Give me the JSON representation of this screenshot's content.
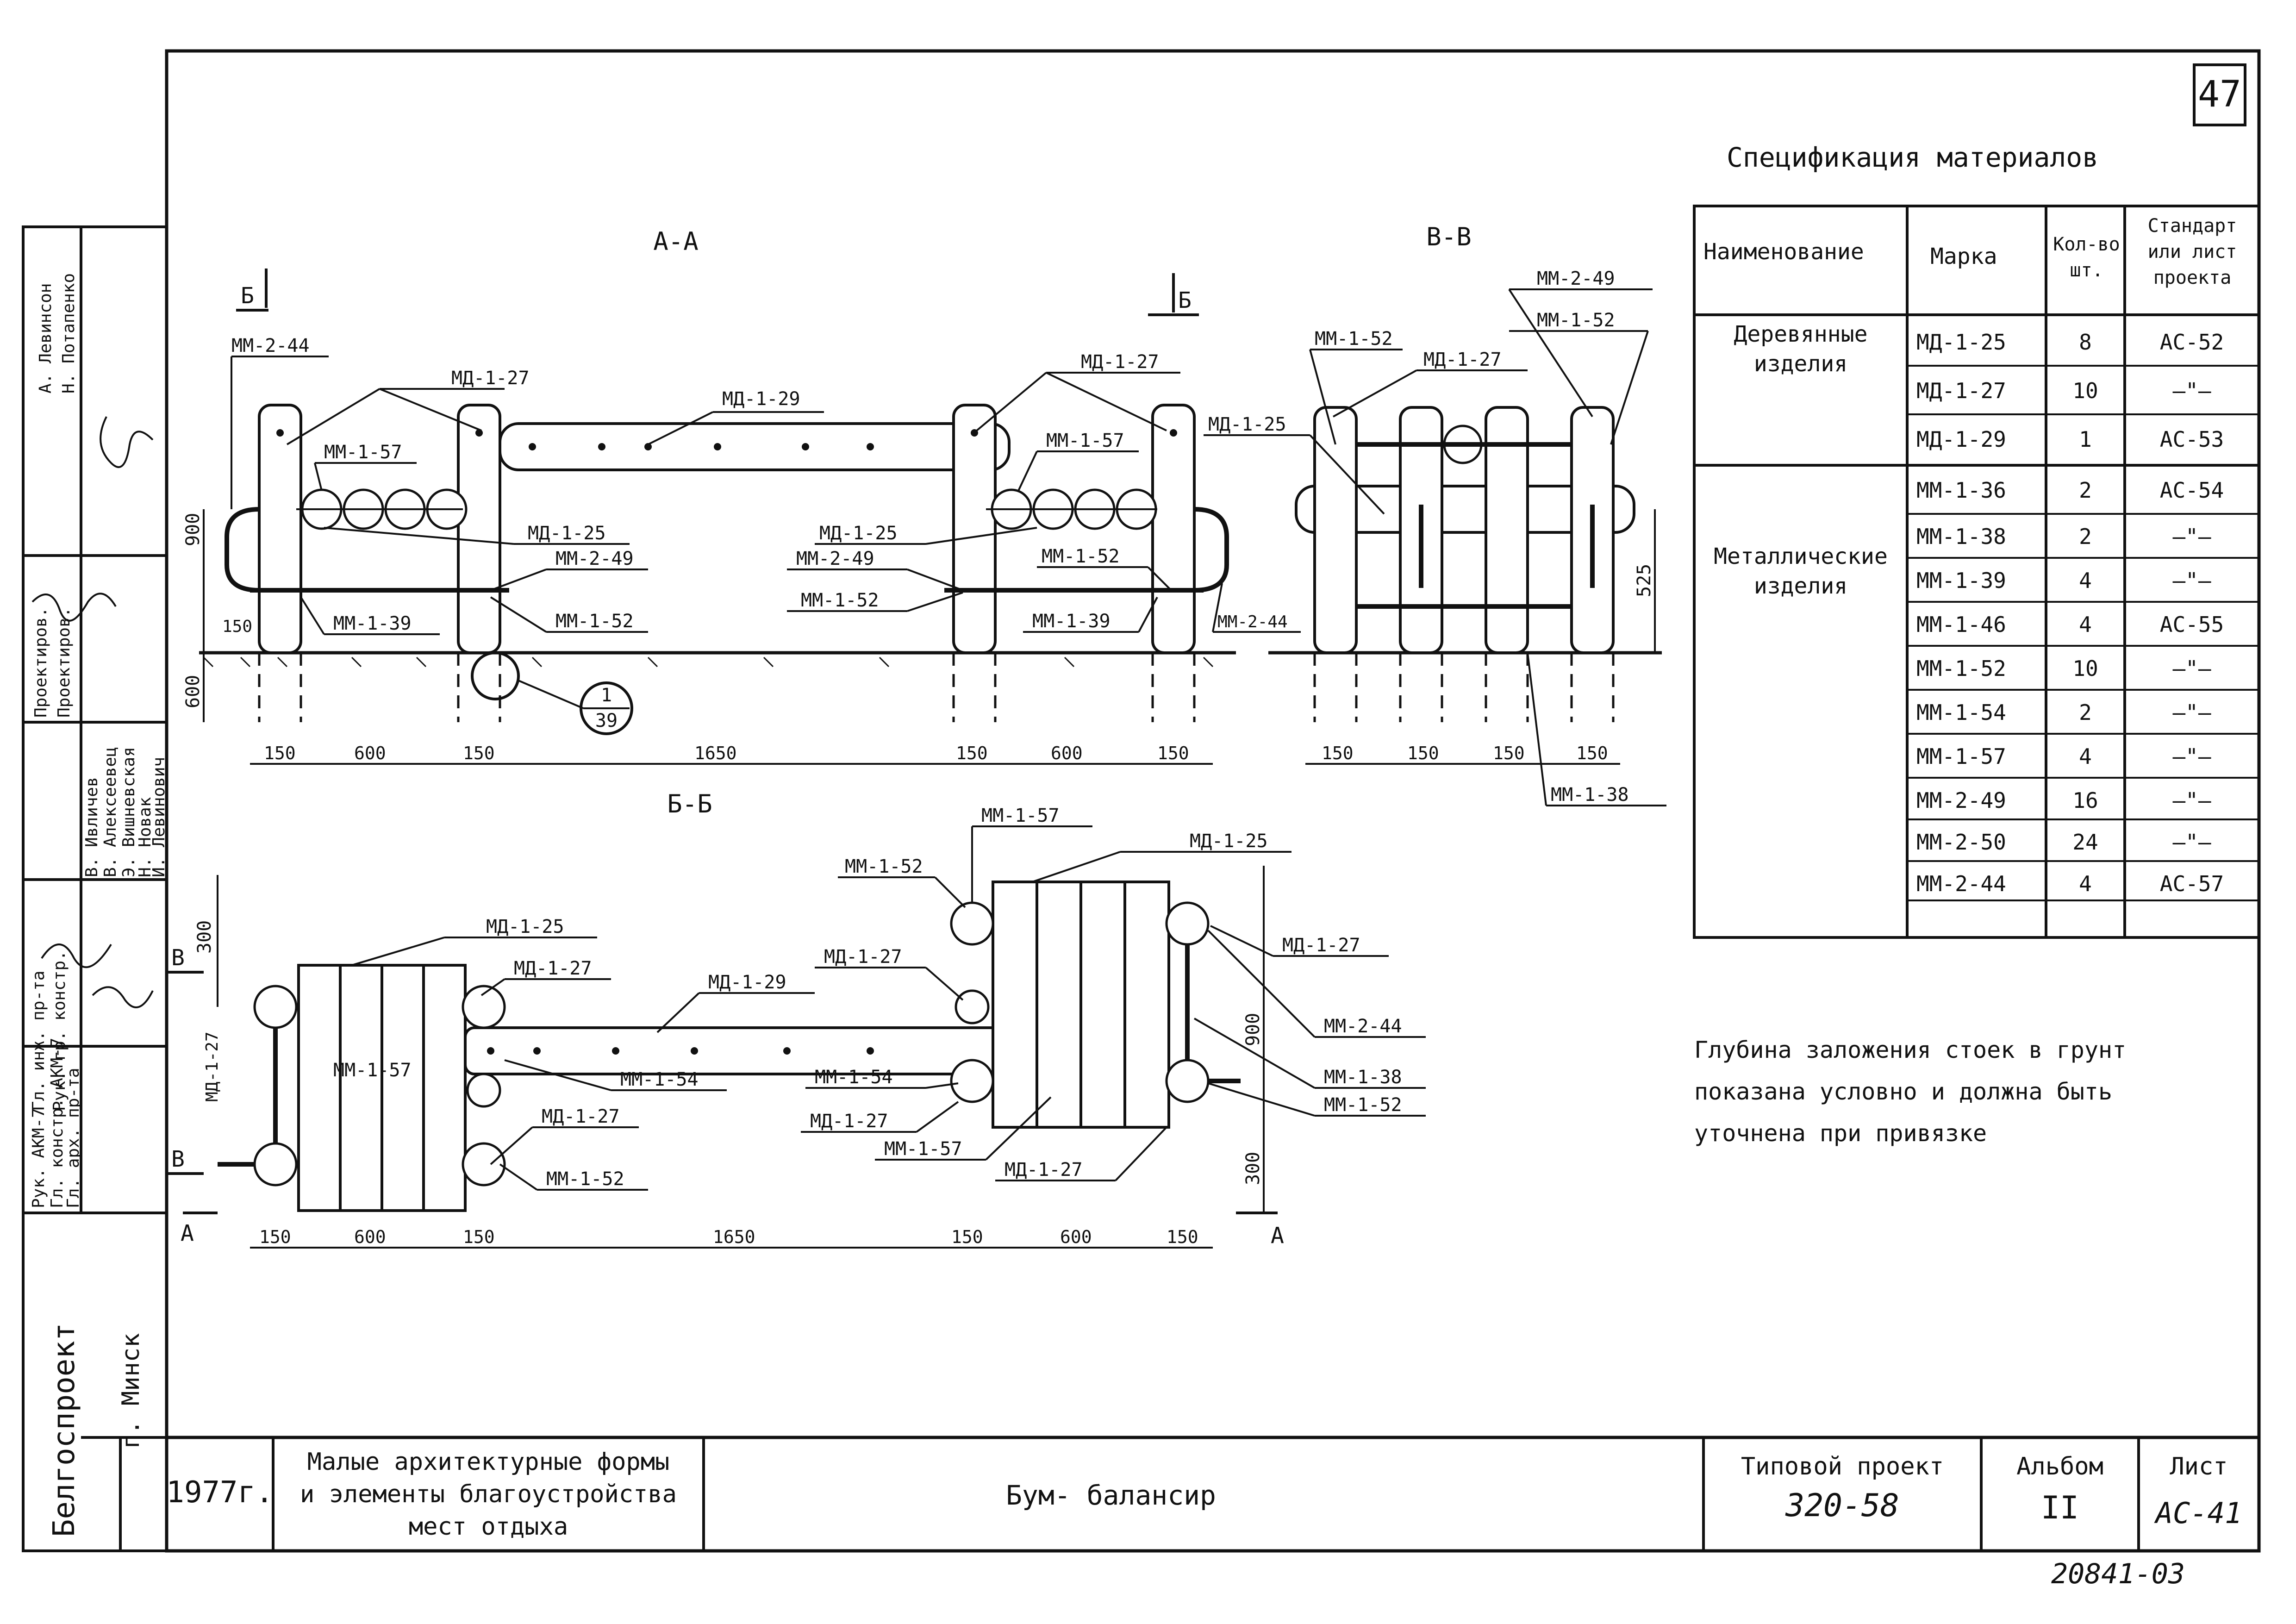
{
  "sheet": {
    "page_number": "47",
    "stamp": "20841-03"
  },
  "sections": {
    "aa": "А-А",
    "vv": "В-В",
    "bb": "Б-Б",
    "marker_b": "Б",
    "marker_v": "В",
    "marker_a": "А"
  },
  "labels": {
    "mm244": "ММ-2-44",
    "md127": "МД-1-27",
    "md129": "МД-1-29",
    "mm157": "ММ-1-57",
    "md125": "МД-1-25",
    "mm249": "ММ-2-49",
    "mm152": "ММ-1-52",
    "mm139": "ММ-1-39",
    "mm138": "ММ-1-38",
    "mm154": "ММ-1-54",
    "detail_num": "1",
    "detail_sheet": "39"
  },
  "dims": {
    "d150": "150",
    "d600": "600",
    "d1650": "1650",
    "d900": "900",
    "d525": "525",
    "d300": "300",
    "d600v": "600"
  },
  "spec": {
    "title": "Спецификация материалов",
    "headers": [
      "Наименование",
      "Марка",
      "Кол-во шт.",
      "Стандарт или лист проекта"
    ],
    "group_wood": "Деревянные изделия",
    "group_metal": "Металлические изделия",
    "rows": [
      {
        "mark": "МД-1-25",
        "qty": "8",
        "ref": "АС-52"
      },
      {
        "mark": "МД-1-27",
        "qty": "10",
        "ref": "—\"—"
      },
      {
        "mark": "МД-1-29",
        "qty": "1",
        "ref": "АС-53"
      },
      {
        "mark": "ММ-1-36",
        "qty": "2",
        "ref": "АС-54"
      },
      {
        "mark": "ММ-1-38",
        "qty": "2",
        "ref": "—\"—"
      },
      {
        "mark": "ММ-1-39",
        "qty": "4",
        "ref": "—\"—"
      },
      {
        "mark": "ММ-1-46",
        "qty": "4",
        "ref": "АС-55"
      },
      {
        "mark": "ММ-1-52",
        "qty": "10",
        "ref": "—\"—"
      },
      {
        "mark": "ММ-1-54",
        "qty": "2",
        "ref": "—\"—"
      },
      {
        "mark": "ММ-1-57",
        "qty": "4",
        "ref": "—\"—"
      },
      {
        "mark": "ММ-2-49",
        "qty": "16",
        "ref": "—\"—"
      },
      {
        "mark": "ММ-2-50",
        "qty": "24",
        "ref": "—\"—"
      },
      {
        "mark": "ММ-2-44",
        "qty": "4",
        "ref": "АС-57"
      }
    ]
  },
  "note": {
    "line1": "Глубина заложения стоек в грунт",
    "line2": "показана условно и должна быть",
    "line3": "уточнена при привязке"
  },
  "side": {
    "roles": [
      "Рук. АКМ-7",
      "Гл. констр. АКМ-7",
      "Гл. арх. пр-та",
      "Гл. инж. пр-та",
      "Рук. гр. констр.",
      "Проектиров.",
      "Проектиров."
    ],
    "names": [
      "В. Ивличев",
      "В. Алексеевец",
      "Э. Вишневская",
      "Н. Новак",
      "И. Левинович",
      "А. Левинсон",
      "Н. Потапенко"
    ],
    "org": "Белгоспроект",
    "city": "г. Минск"
  },
  "titleblock": {
    "year": "1977г.",
    "desc1": "Малые архитектурные формы",
    "desc2": "и элементы благоустройства",
    "desc3": "мест отдыха",
    "name": "Бум- балансир",
    "project_label": "Типовой проект",
    "project_num": "320-58",
    "album_label": "Альбом",
    "album_num": "II",
    "sheet_label": "Лист",
    "sheet_num": "АС-41"
  }
}
